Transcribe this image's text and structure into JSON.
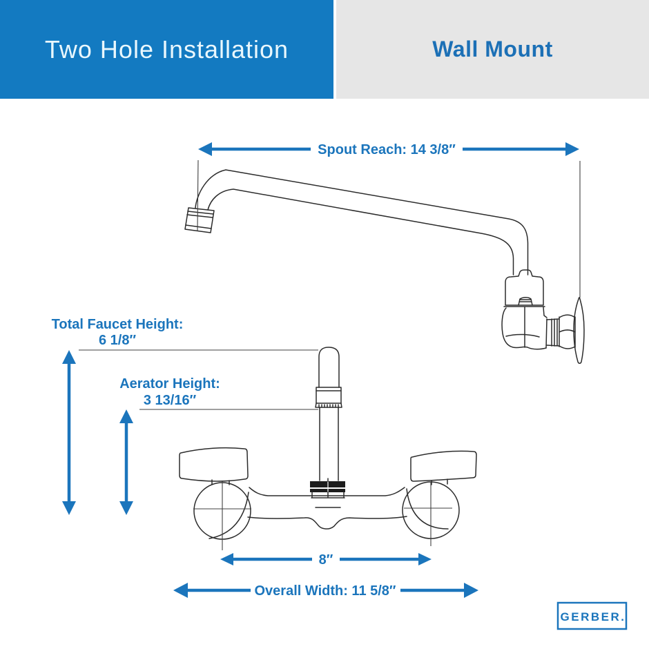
{
  "header": {
    "left_title": "Two Hole Installation",
    "right_title": "Wall Mount",
    "left_bg_color": "#137ac1",
    "right_bg_color": "#e6e6e6",
    "left_text_color": "#e9f7fd",
    "right_text_color": "#1c70b6"
  },
  "diagram": {
    "accent_color": "#1b75bc",
    "line_color": "#2b2b2b",
    "views": {
      "side_view": "wall-mount faucet with long swing spout, coupling nut, elbow, hex nut and wall escutcheon",
      "front_view": "two-handle wall-mount faucet body with center spout shank and aerator"
    },
    "dimensions": {
      "spout_reach": {
        "label": "Spout Reach: 14 3/8″"
      },
      "total_faucet_height": {
        "label_line1": "Total Faucet Height:",
        "label_line2": "6 1/8″"
      },
      "aerator_height": {
        "label_line1": "Aerator Height:",
        "label_line2": "3 13/16″"
      },
      "hole_spacing": {
        "label": "8″"
      },
      "overall_width": {
        "label": "Overall Width: 11 5/8″"
      }
    }
  },
  "logo": {
    "text": "GERBER."
  }
}
